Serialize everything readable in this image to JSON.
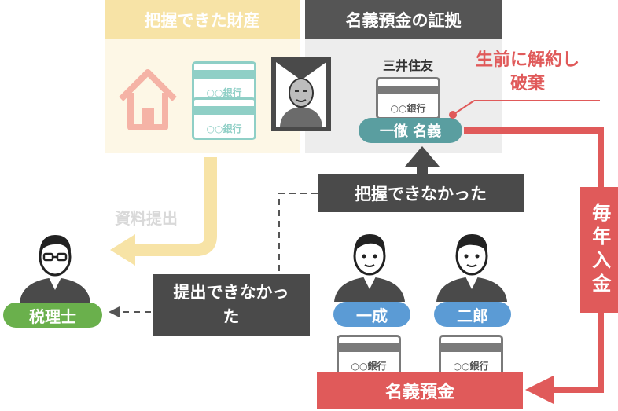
{
  "known_assets": {
    "header": "把握できた財産",
    "bank_label_1": "○○銀行",
    "bank_label_2": "○○銀行"
  },
  "nominee": {
    "header": "名義預金の証拠",
    "bank_name": "三井住友",
    "bank_label": "○○銀行",
    "owner_pill": "一徹 名義",
    "note": "生前に解約し破棄"
  },
  "unknown_label": "把握できなかった",
  "submitted_label": "資料提出",
  "not_submitted_label": "提出できなかった",
  "tax_accountant": "税理士",
  "heirs": [
    {
      "name": "一成",
      "bank_label": "○○銀行"
    },
    {
      "name": "二郎",
      "bank_label": "○○銀行"
    }
  ],
  "annual_transfer": "毎年入金",
  "nominee_deposit": "名義預金",
  "colors": {
    "dark": "#4a4a4a",
    "red": "#e05a5a",
    "yellow": "#f7e3a6",
    "green": "#6ab04c",
    "blue": "#5b9bd5",
    "teal": "#5a9ea0"
  }
}
